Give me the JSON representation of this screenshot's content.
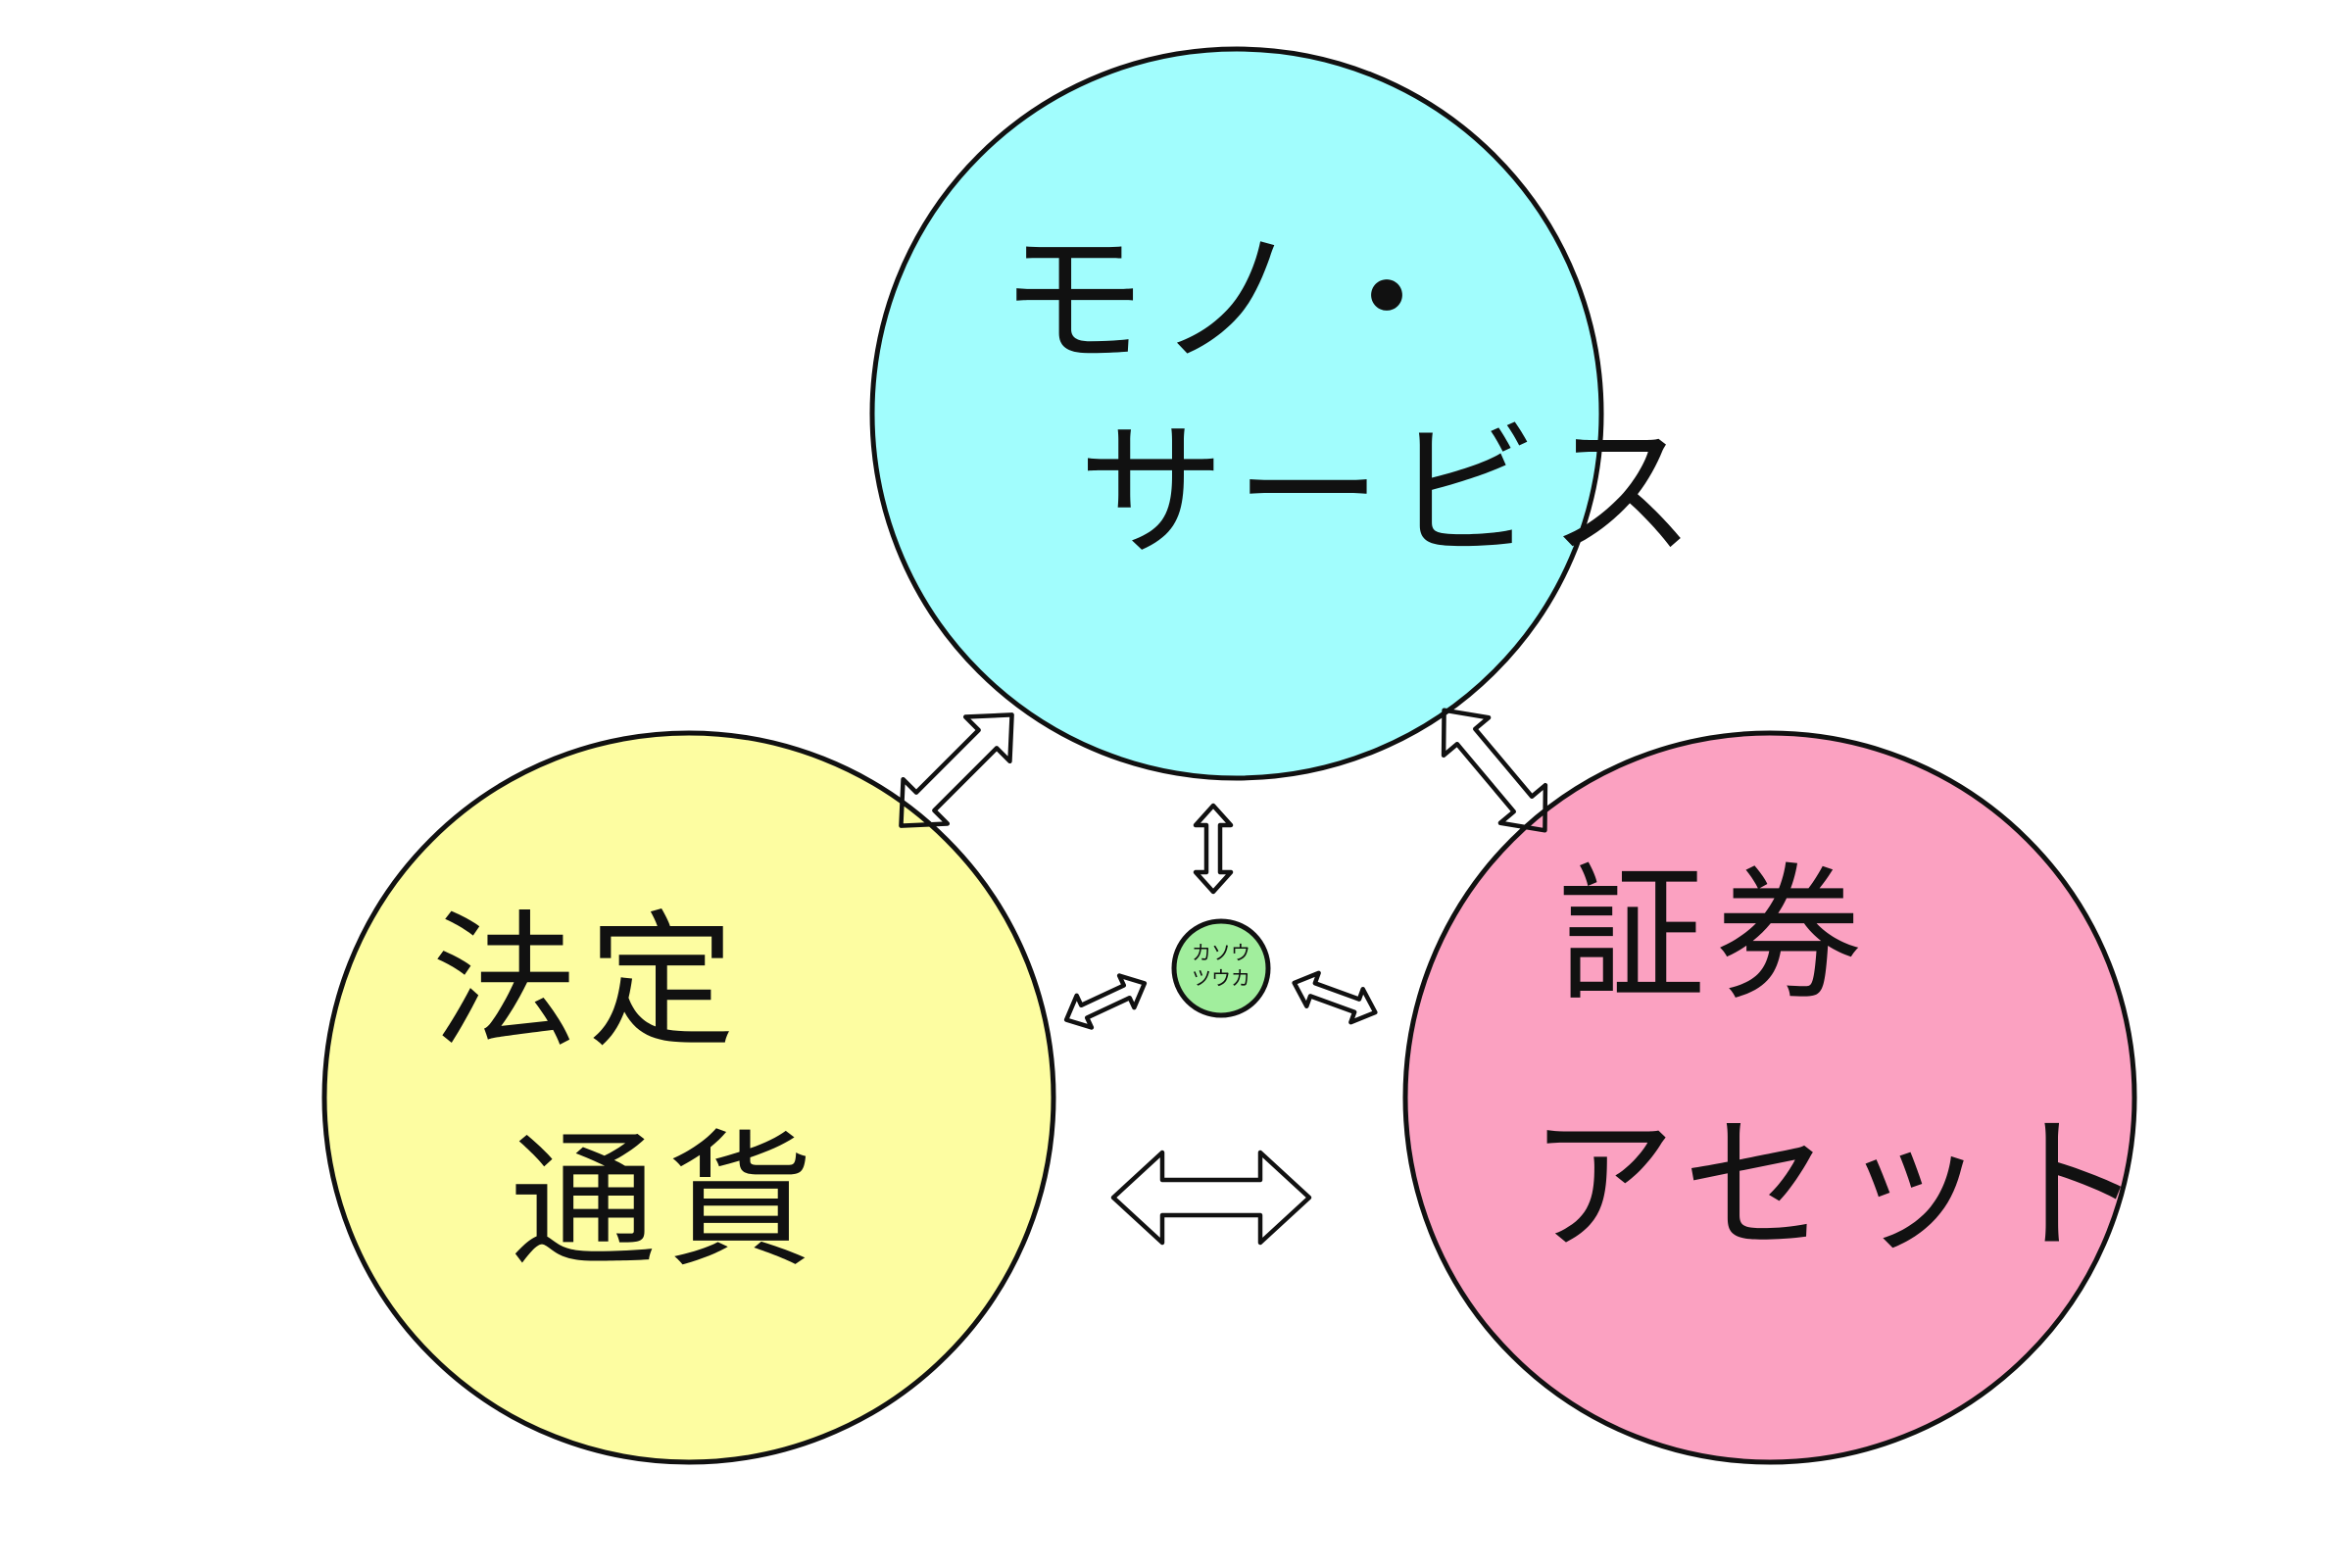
{
  "nodes": {
    "goods_services": {
      "lines": [
        "モノ・",
        "サービス"
      ],
      "color": "#a1fdfd"
    },
    "legal_currency": {
      "lines": [
        "法定",
        "通貨"
      ],
      "color": "#fdfda1"
    },
    "securities_assets": {
      "lines": [
        "証券",
        "アセット"
      ],
      "color": "#fba1c1"
    },
    "center_currency": {
      "lines": [
        "カソウ",
        "ツウカ"
      ],
      "color": "#a1ee9d"
    }
  },
  "stroke_color": "#111111",
  "background_color": "#ffffff"
}
